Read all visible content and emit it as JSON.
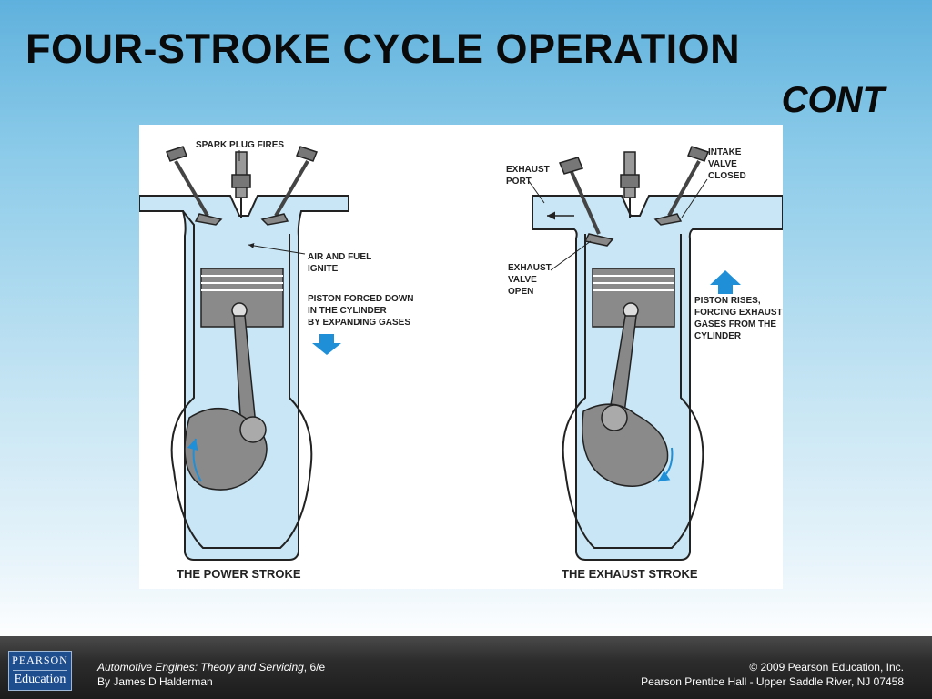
{
  "slide": {
    "title": "FOUR-STROKE CYCLE OPERATION",
    "subtitle": "CONT"
  },
  "diagram": {
    "power_stroke": {
      "caption": "THE POWER STROKE",
      "labels": {
        "spark": "SPARK PLUG FIRES",
        "air_fuel_1": "AIR AND FUEL",
        "air_fuel_2": "IGNITE",
        "forced_1": "PISTON FORCED DOWN",
        "forced_2": "IN THE CYLINDER",
        "forced_3": "BY EXPANDING GASES"
      }
    },
    "exhaust_stroke": {
      "caption": "THE EXHAUST STROKE",
      "labels": {
        "exhaust_port_1": "EXHAUST",
        "exhaust_port_2": "PORT",
        "intake_1": "INTAKE",
        "intake_2": "VALVE",
        "intake_3": "CLOSED",
        "exhaust_valve_1": "EXHAUST",
        "exhaust_valve_2": "VALVE",
        "exhaust_valve_3": "OPEN",
        "rises_1": "PISTON RISES,",
        "rises_2": "FORCING EXHAUST",
        "rises_3": "GASES FROM THE",
        "rises_4": "CYLINDER"
      }
    },
    "colors": {
      "gas_fill": "#c8e6f5",
      "cylinder_stroke": "#222222",
      "piston_fill": "#8a8a8a",
      "arrow_blue": "#1f8fd8"
    }
  },
  "footer": {
    "logo_top": "PEARSON",
    "logo_bottom": "Education",
    "book_title": "Automotive Engines: Theory and Servicing",
    "edition": ", 6/e",
    "author": "By James D Halderman",
    "copyright": "© 2009 Pearson Education, Inc.",
    "publisher": "Pearson Prentice Hall - Upper Saddle River, NJ 07458"
  }
}
